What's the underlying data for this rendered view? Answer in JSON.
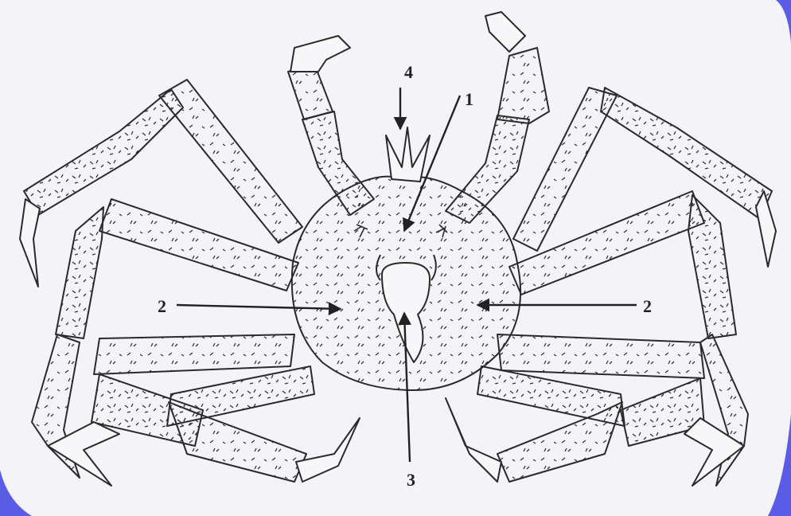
{
  "figure": {
    "background_color": "#5b5ce6",
    "paper_color": "#f4f3f7",
    "ink_color": "#2a2a2a",
    "callouts": {
      "label_1": "1",
      "label_2_left": "2",
      "label_2_right": "2",
      "label_3": "3",
      "label_4": "4"
    }
  }
}
